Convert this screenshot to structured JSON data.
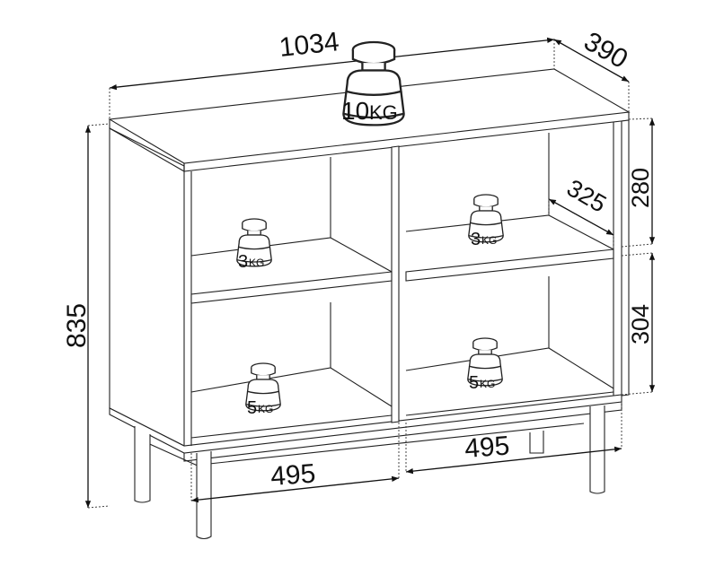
{
  "diagram": {
    "type": "furniture-dimension-drawing",
    "subject": "sideboard with 4 open compartments on legs",
    "units_implied": "mm"
  },
  "dimensions": {
    "width": "1034",
    "depth": "390",
    "height": "835",
    "shelf_depth": "325",
    "upper_compartment_height": "280",
    "lower_compartment_height": "304",
    "left_compartment_width": "495",
    "right_compartment_width": "495"
  },
  "load_ratings": {
    "top": {
      "num": "10",
      "unit": "KG"
    },
    "shelf_left": {
      "num": "3",
      "unit": "KG"
    },
    "shelf_right": {
      "num": "3",
      "unit": "KG"
    },
    "bottom_left": {
      "num": "5",
      "unit": "KG"
    },
    "bottom_right": {
      "num": "5",
      "unit": "KG"
    }
  }
}
